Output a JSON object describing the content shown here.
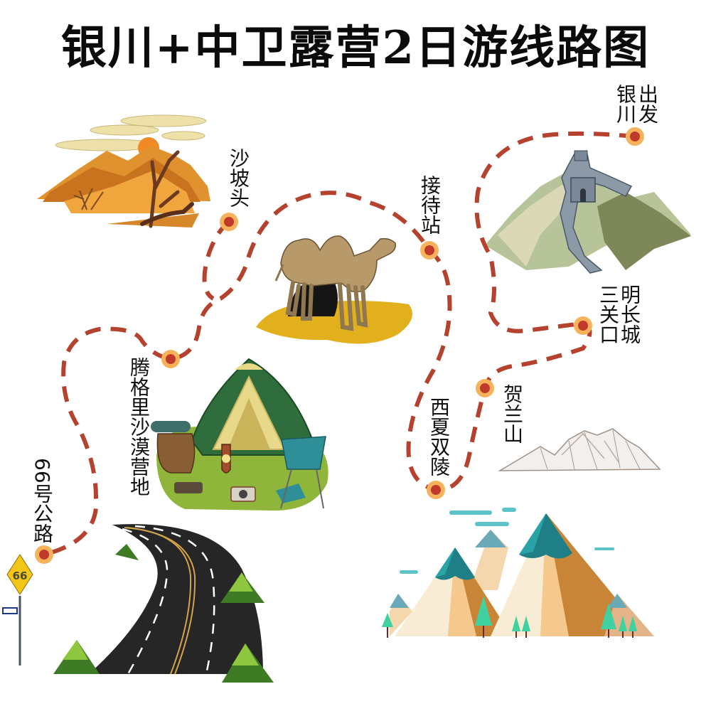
{
  "title": "银川+中卫露营2日游线路图",
  "colors": {
    "route": "#b5412f",
    "marker_ring": "#f6b35c",
    "marker_core": "#c0392b",
    "text": "#111111"
  },
  "route": {
    "start": "银川出发",
    "end": "66号公路",
    "stops": [
      {
        "id": "yinchuan",
        "label": "银川出发",
        "order": 1
      },
      {
        "id": "sanguankou",
        "label": "三关口明长城",
        "order": 2
      },
      {
        "id": "helanshan",
        "label": "贺兰山",
        "order": 3
      },
      {
        "id": "xixia",
        "label": "西夏双陵",
        "order": 4
      },
      {
        "id": "jiedaizhan",
        "label": "接待站",
        "order": 5
      },
      {
        "id": "shapotou",
        "label": "沙坡头",
        "order": 6
      },
      {
        "id": "tengger",
        "label": "腾格里沙漠营地",
        "order": 7
      },
      {
        "id": "route66",
        "label": "66号公路",
        "order": 8
      }
    ]
  },
  "labels": {
    "yinchuan_col1": "银川",
    "yinchuan_col2": "出发",
    "sanguankou_col1": "三关口",
    "sanguankou_col2": "明长城",
    "helanshan": "贺兰山",
    "xixia": "西夏双陵",
    "jiedaizhan": "接待站",
    "shapotou": "沙坡头",
    "tengger": "腾格里沙漠营地",
    "route66": "66号公路"
  },
  "illustrations": [
    {
      "name": "desert-dunes-sunset",
      "near": "沙坡头"
    },
    {
      "name": "great-wall",
      "near": "三关口明长城"
    },
    {
      "name": "bactrian-camel",
      "near": "接待站"
    },
    {
      "name": "camping-tent",
      "near": "腾格里沙漠营地"
    },
    {
      "name": "helan-mountain-sketch",
      "near": "贺兰山"
    },
    {
      "name": "teal-peaked-mountains",
      "near": "西夏双陵"
    },
    {
      "name": "winding-highway",
      "near": "66号公路"
    },
    {
      "name": "route-66-sign",
      "near": "66号公路"
    }
  ],
  "sign": {
    "text": "66",
    "color": "#f5c518"
  }
}
